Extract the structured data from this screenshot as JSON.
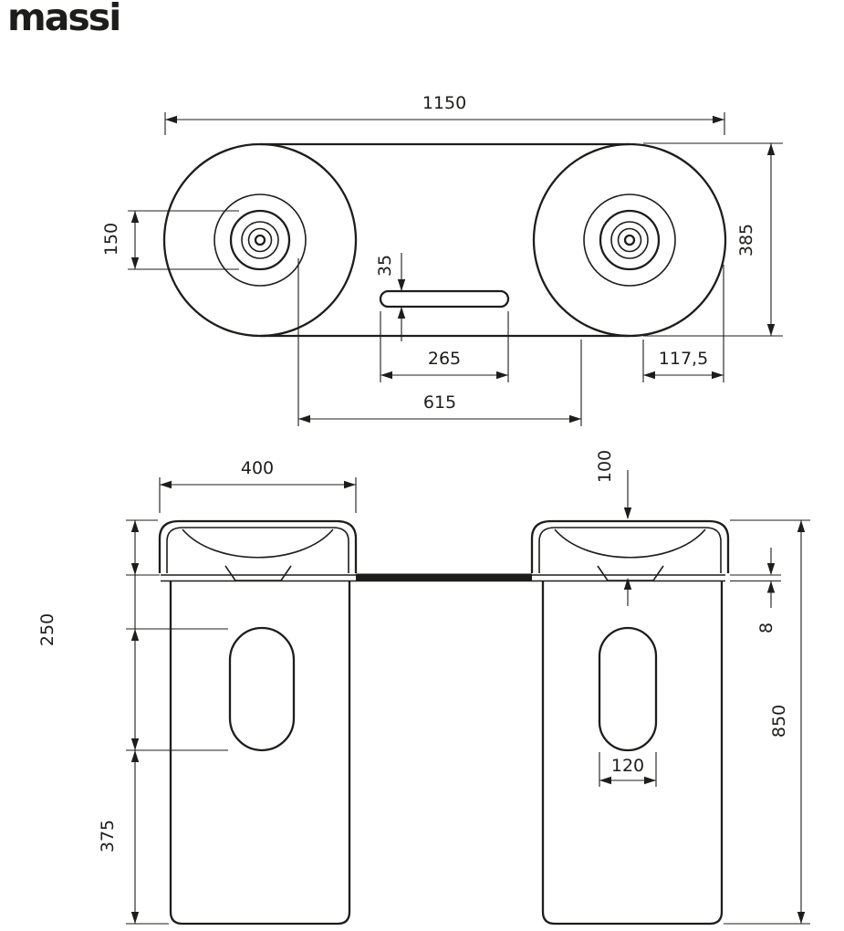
{
  "logo": {
    "text": "massi"
  },
  "colors": {
    "line": "#1d1d1b",
    "background": "#ffffff"
  },
  "top_view": {
    "dimensions": {
      "total_width": "1150",
      "total_depth": "385",
      "drain_assembly": "150",
      "slot_depth": "35",
      "slot_width": "265",
      "basin_spacing": "615",
      "right_edge_offset": "117,5"
    }
  },
  "front_view": {
    "dimensions": {
      "basin_width": "400",
      "basin_height": "100",
      "cutout_height": "250",
      "counter_thickness": "8",
      "total_height": "850",
      "base_height": "375",
      "cutout_width": "120"
    }
  }
}
